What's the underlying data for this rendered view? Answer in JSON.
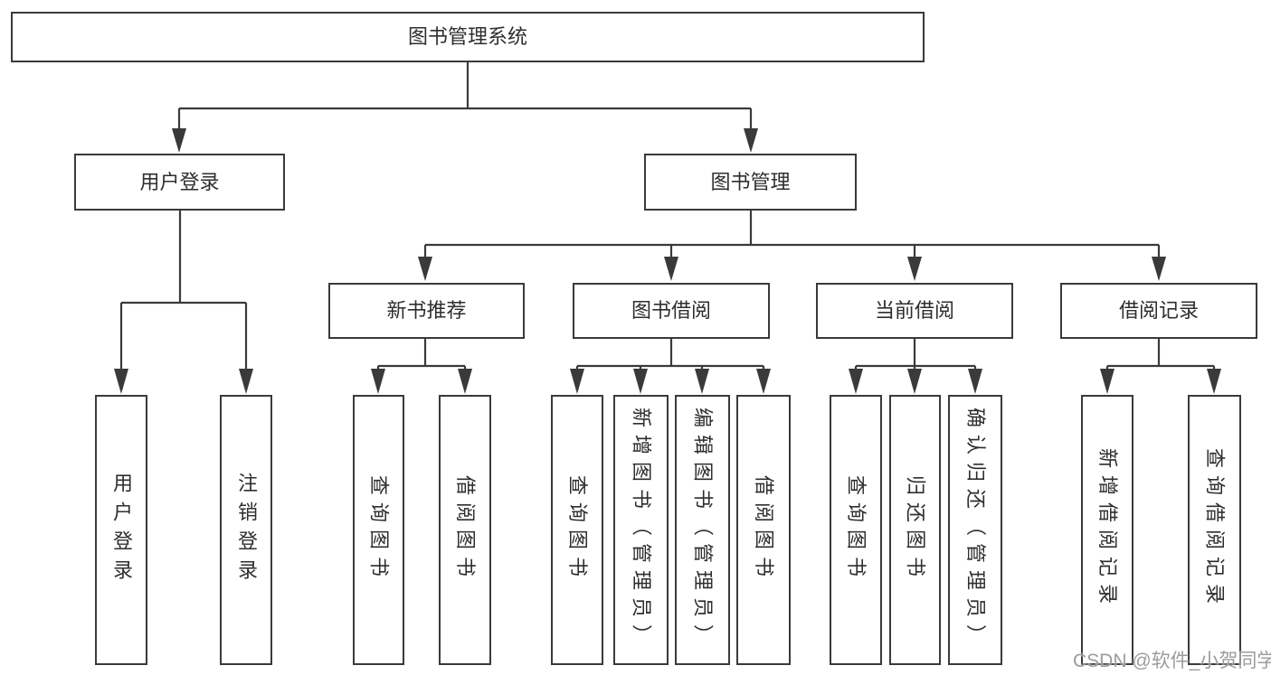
{
  "diagram": {
    "root": {
      "label": "图书管理系统"
    },
    "branches": [
      {
        "label": "用户登录",
        "children": [
          {
            "label": "用户登录"
          },
          {
            "label": "注销登录"
          }
        ]
      },
      {
        "label": "图书管理",
        "children": [
          {
            "label": "新书推荐",
            "children": [
              {
                "label": "查询图书"
              },
              {
                "label": "借阅图书"
              }
            ]
          },
          {
            "label": "图书借阅",
            "children": [
              {
                "label": "查询图书"
              },
              {
                "label": "新增图书（管理员）"
              },
              {
                "label": "编辑图书（管理员）"
              },
              {
                "label": "借阅图书"
              }
            ]
          },
          {
            "label": "当前借阅",
            "children": [
              {
                "label": "查询图书"
              },
              {
                "label": "归还图书"
              },
              {
                "label": "确认归还（管理员）"
              }
            ]
          },
          {
            "label": "借阅记录",
            "children": [
              {
                "label": "新增借阅记录"
              },
              {
                "label": "查询借阅记录"
              }
            ]
          }
        ]
      }
    ]
  },
  "watermark": {
    "text": "CSDN @软件_小贺同学"
  },
  "colors": {
    "line": "#3a3a3a",
    "text": "#2e2e2e",
    "watermark": "#949494",
    "background": "#ffffff"
  }
}
